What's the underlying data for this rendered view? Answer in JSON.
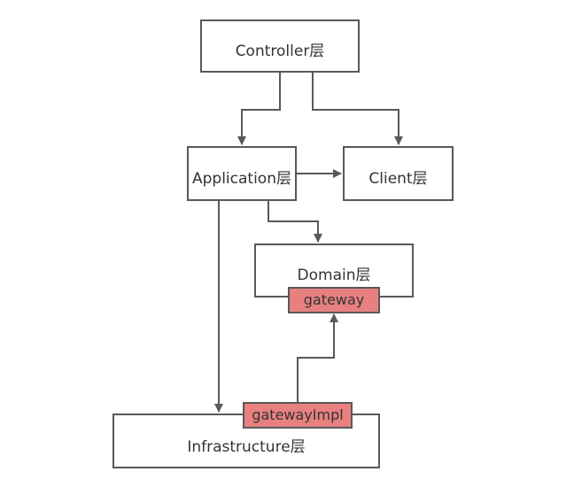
{
  "diagram": {
    "controller": {
      "label": "Controller层"
    },
    "application": {
      "label": "Application层"
    },
    "client": {
      "label": "Client层"
    },
    "domain": {
      "label": "Domain层",
      "port_label": "gateway"
    },
    "infrastructure": {
      "label": "Infrastructure层",
      "port_label": "gatewayImpl"
    }
  },
  "colors": {
    "line": "#595959",
    "port_fill": "#e88080",
    "node_fill": "#ffffff",
    "text": "#333333"
  }
}
